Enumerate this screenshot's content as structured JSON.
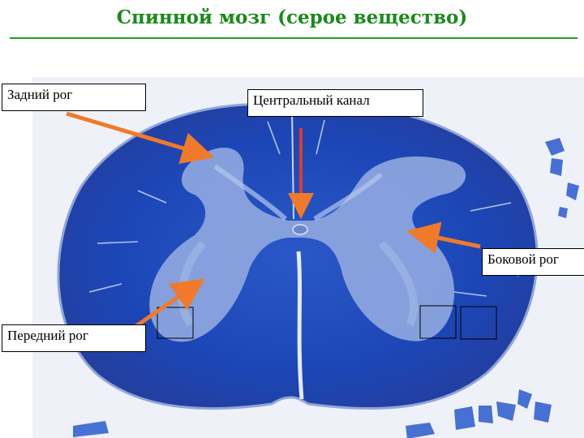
{
  "slide": {
    "title": "Спинной мозг (серое вещество)",
    "colors": {
      "title": "#1a8a1a",
      "rule": "#1fa01f",
      "arrow": "#f07a2a",
      "white_matter": "#1a44b8",
      "gray_matter": "#8fa8e0"
    }
  },
  "labels": {
    "posterior_horn": "Задний рог",
    "central_canal": "Центральный канал",
    "lateral_horn": "Боковой рог",
    "anterior_horn": "Передний рог"
  },
  "image": {
    "subject": "spinal-cord-cross-section-micrograph",
    "arrow_color": "#f07a2a"
  }
}
